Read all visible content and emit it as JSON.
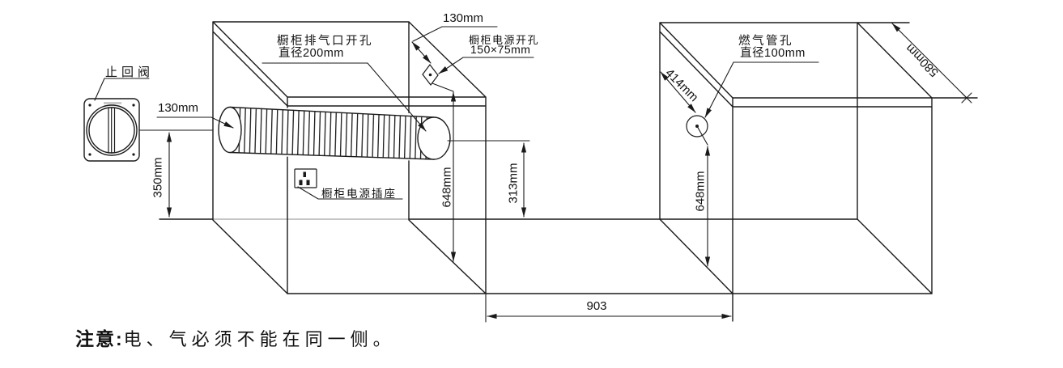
{
  "diagram": {
    "kind": "cabinet-installation-cutout-diagram",
    "note": {
      "prefix": "注意:",
      "text": "电、气必须不能在同一侧。"
    },
    "labels": {
      "check_valve": "止回阀",
      "duct_offset": "130mm",
      "valve_height": "350mm",
      "exhaust_hole_line1": "橱柜排气口开孔",
      "exhaust_hole_line2": "直径200mm",
      "top_offset": "130mm",
      "power_hole_line1": "橱柜电源开孔",
      "power_hole_line2": "150×75mm",
      "socket": "橱柜电源插座",
      "left_cabinet_height": "648mm",
      "mid_height": "313mm",
      "gas_hole_line1": "燃气管孔",
      "gas_hole_line2": "直径100mm",
      "gas_hole_diag": "414mm",
      "right_cabinet_height": "648mm",
      "depth": "580mm",
      "gap_width": "903"
    },
    "colors": {
      "line": "#1a1a1a",
      "background": "#ffffff"
    }
  }
}
